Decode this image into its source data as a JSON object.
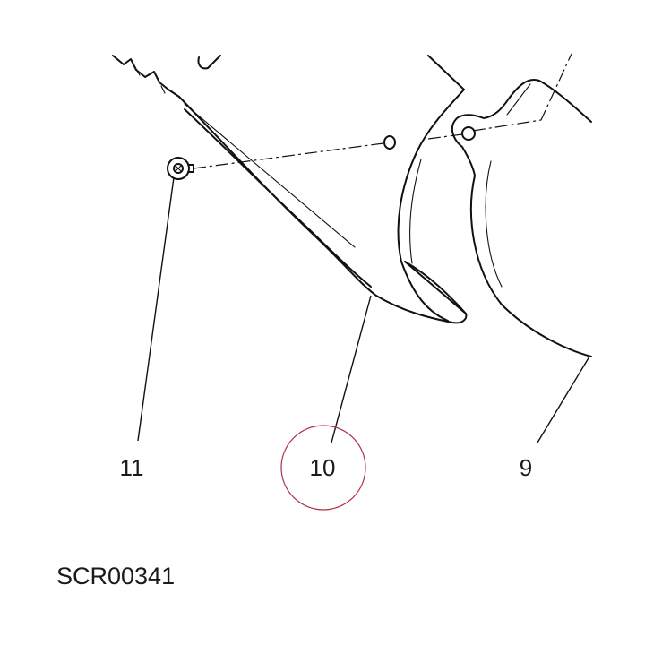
{
  "callouts": {
    "part_11": "11",
    "part_10": "10",
    "part_9": "9"
  },
  "reference_code": "SCR00341",
  "colors": {
    "line": "#111111",
    "highlight_circle": "#b03048",
    "background": "#ffffff"
  },
  "icons": {
    "screw": "screw-icon",
    "highlight": "highlight-circle"
  }
}
